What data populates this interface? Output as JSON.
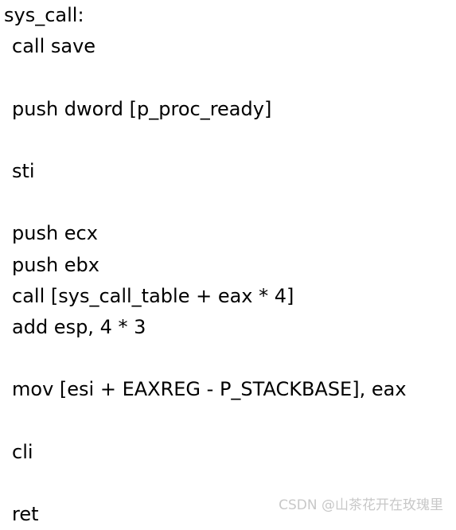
{
  "code": {
    "label": "sys_call:",
    "lines": [
      "call save",
      "",
      "push dword [p_proc_ready]",
      "",
      "sti",
      "",
      "push ecx",
      "push ebx",
      "call [sys_call_table + eax * 4]",
      "add esp, 4 * 3",
      "",
      "mov [esi + EAXREG - P_STACKBASE], eax",
      "",
      "cli",
      "",
      "ret"
    ]
  },
  "watermark": "CSDN @山茶花开在玫瑰里"
}
